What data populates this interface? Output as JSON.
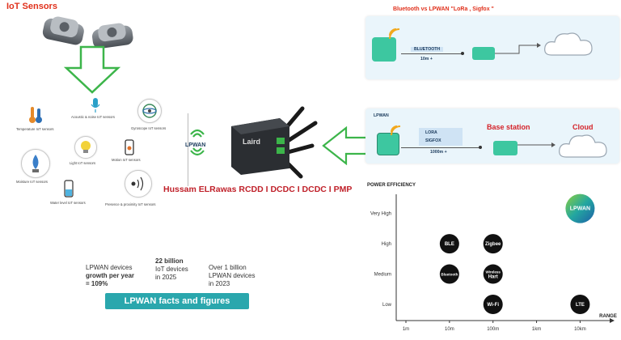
{
  "iot_sensors": {
    "title": "IoT Sensors",
    "labels": {
      "temperature": "Temperature IoT sensors",
      "acoustic": "Acoustic & noise IoT sensors",
      "gyroscope": "Gyroscope IoT sensors",
      "light": "Light IoT sensors",
      "motion": "Motion IoT sensors",
      "moisture": "Moisture IoT sensors",
      "water_level": "Water level IoT sensors",
      "presence": "Presence & proximity IoT sensors"
    }
  },
  "lpwan_logo": {
    "text": "LPWAN"
  },
  "gateway": {
    "brand": "Laird"
  },
  "author": {
    "text": "Hussam ELRawas RCDD I DCDC I DCDC I PMP"
  },
  "facts": {
    "col1_line1": "LPWAN devices",
    "col1_line2": "growth per year",
    "col1_line3": "= 109%",
    "col2_line1": "22 billion",
    "col2_line2": "IoT devices",
    "col2_line3": "in 2025",
    "col3_line1": "Over 1 billion",
    "col3_line2": "LPWAN devices",
    "col3_line3": "in 2023",
    "button": "LPWAN facts and figures"
  },
  "panel_bluetooth": {
    "title": "Bluetooth vs LPWAN \"LoRa , Sigfox \"",
    "link_label": "BLUETOOTH",
    "range": "10m +"
  },
  "panel_lpwan": {
    "title": "LPWAN",
    "link_label_1": "LORA",
    "link_label_2": "SIGFOX",
    "range": "1000m +",
    "base_station": "Base station",
    "cloud": "Cloud"
  },
  "chart_data": {
    "type": "scatter",
    "title": "POWER EFFICIENCY",
    "xlabel": "RANGE",
    "ylabel": "POWER EFFICIENCY",
    "x_ticks": [
      "1m",
      "10m",
      "100m",
      "1km",
      "10km"
    ],
    "y_ticks": [
      "Low",
      "Medium",
      "High",
      "Very High"
    ],
    "points": [
      {
        "label": "BLE",
        "x": "10m",
        "y": "High"
      },
      {
        "label": "Zigbee",
        "x": "100m",
        "y": "High"
      },
      {
        "label": "Bluetooth",
        "x": "10m",
        "y": "Medium"
      },
      {
        "label": "Wireless Hart",
        "x": "100m",
        "y": "Medium"
      },
      {
        "label": "Wi-Fi",
        "x": "100m",
        "y": "Low"
      },
      {
        "label": "LTE",
        "x": "10km",
        "y": "Low"
      },
      {
        "label": "LPWAN",
        "x": "10km",
        "y": "Very High"
      }
    ],
    "grid": false
  },
  "colors": {
    "red": "#e0311c",
    "teal": "#2aa7ad",
    "green_arrow": "#3cb54a",
    "panel_bg": "#eaf5fb"
  }
}
